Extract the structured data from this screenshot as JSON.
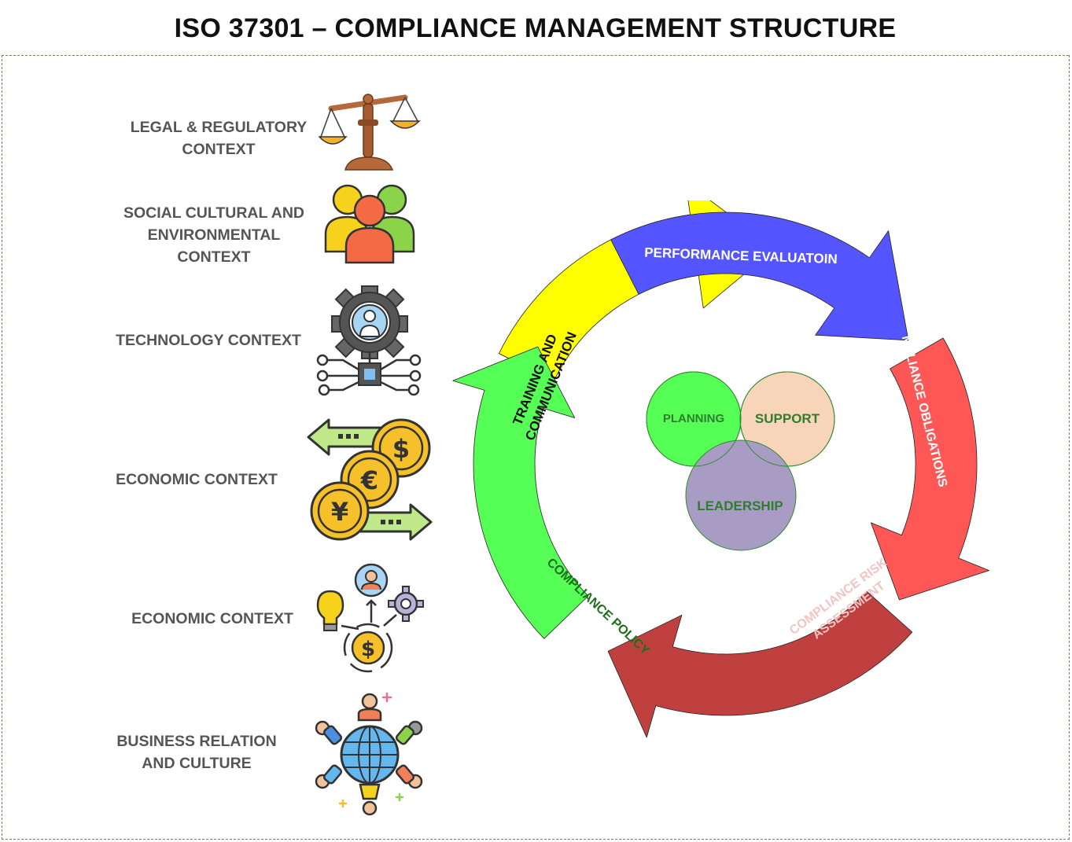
{
  "title": "ISO 37301 – COMPLIANCE MANAGEMENT STRUCTURE",
  "contexts": [
    {
      "lines": [
        "LEGAL & REGULATORY",
        "CONTEXT"
      ],
      "icon": "scales-of-justice-icon"
    },
    {
      "lines": [
        "SOCIAL CULTURAL AND",
        "ENVIRONMENTAL",
        "CONTEXT"
      ],
      "icon": "people-group-icon"
    },
    {
      "lines": [
        "TECHNOLOGY CONTEXT"
      ],
      "icon": "gear-circuit-icon"
    },
    {
      "lines": [
        "ECONOMIC CONTEXT"
      ],
      "icon": "currency-exchange-icon"
    },
    {
      "lines": [
        "ECONOMIC CONTEXT"
      ],
      "icon": "idea-investment-icon"
    },
    {
      "lines": [
        "BUSINESS RELATION",
        "AND CULTURE"
      ],
      "icon": "global-network-icon"
    }
  ],
  "cycle": {
    "segments": [
      {
        "label": "PERFORMANCE EVALUATOIN",
        "color": "#5555ff",
        "text_color": "#ffffff"
      },
      {
        "label": "MPLIANCE OBLIGATIONS",
        "color": "#ff5656",
        "text_color": "#ffffff"
      },
      {
        "label_lines": [
          "COMPLIANCE RISK",
          "ASSESSMENT"
        ],
        "color": "#c04040",
        "text_color": "#f2c4c4"
      },
      {
        "label": "COMPLIANCE POLICY",
        "color": "#55ff55",
        "text_color": "#1f6f1f"
      },
      {
        "label_lines": [
          "TRAINING AND",
          "COMMUNICATION"
        ],
        "color": "#ffff00",
        "text_color": "#111111"
      }
    ],
    "center": [
      {
        "label": "PLANNING",
        "color": "#55ff55",
        "text_color": "#2f7d2f"
      },
      {
        "label": "SUPPORT",
        "color": "#f8d5b8",
        "text_color": "#2f7d2f"
      },
      {
        "label": "LEADERSHIP",
        "color": "#a89cc4",
        "text_color": "#2f7d2f"
      }
    ]
  }
}
